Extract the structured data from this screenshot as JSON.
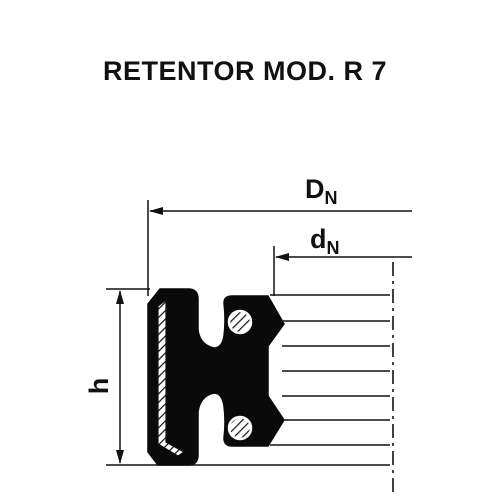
{
  "title": "RETENTOR MOD. R 7",
  "labels": {
    "outer_diameter_main": "D",
    "outer_diameter_sub": "N",
    "inner_diameter_main": "d",
    "inner_diameter_sub": "N",
    "height": "h"
  },
  "colors": {
    "line": "#111111",
    "seal": "#0a0a0a",
    "background": "#ffffff"
  }
}
